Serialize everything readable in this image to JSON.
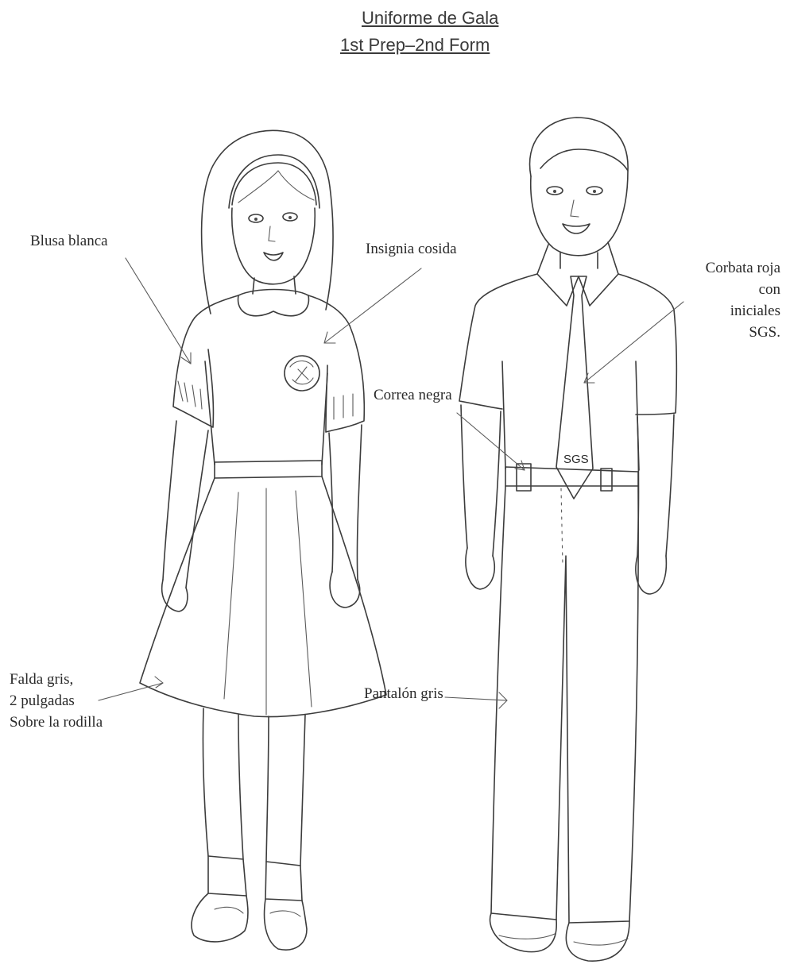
{
  "title": {
    "line1": "Uniforme de Gala",
    "line2": "1st Prep–2nd Form"
  },
  "labels": {
    "blusa": "Blusa blanca",
    "insignia": "Insignia cosida",
    "corbata": [
      "Corbata roja",
      "con",
      "iniciales",
      "SGS."
    ],
    "correa": "Correa negra",
    "falda": [
      "Falda gris,",
      "2 pulgadas",
      "Sobre la rodilla"
    ],
    "pantalon": "Pantalón gris",
    "tie_text": "SGS"
  },
  "colors": {
    "ink": "#3c3c3c",
    "paper": "#ffffff"
  }
}
